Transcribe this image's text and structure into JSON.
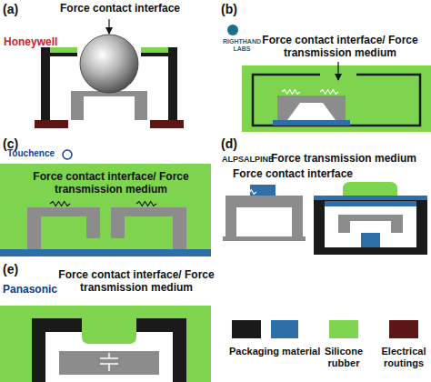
{
  "diagram": {
    "labels": [
      "(a)",
      "Honeywell",
      "Force contact interface",
      "(b)",
      "RIGHTHAND LABS",
      "Force contact interface/ Force transmission medium",
      "(c)",
      "Touchence",
      "Force contact interface/ Force transmission medium",
      "(d)",
      "ALPSALPINE",
      "Force transmission medium",
      "Force contact interface",
      "(e)",
      "Panasonic",
      "Force contact interface/ Force transmission medium"
    ],
    "legend": [
      {
        "text": "Packaging material",
        "color": "#1a1a1a"
      },
      {
        "text": "Silicone rubber",
        "color": "#7ed34f"
      },
      {
        "text": "Electrical routings",
        "color": "#5c1616"
      }
    ]
  }
}
